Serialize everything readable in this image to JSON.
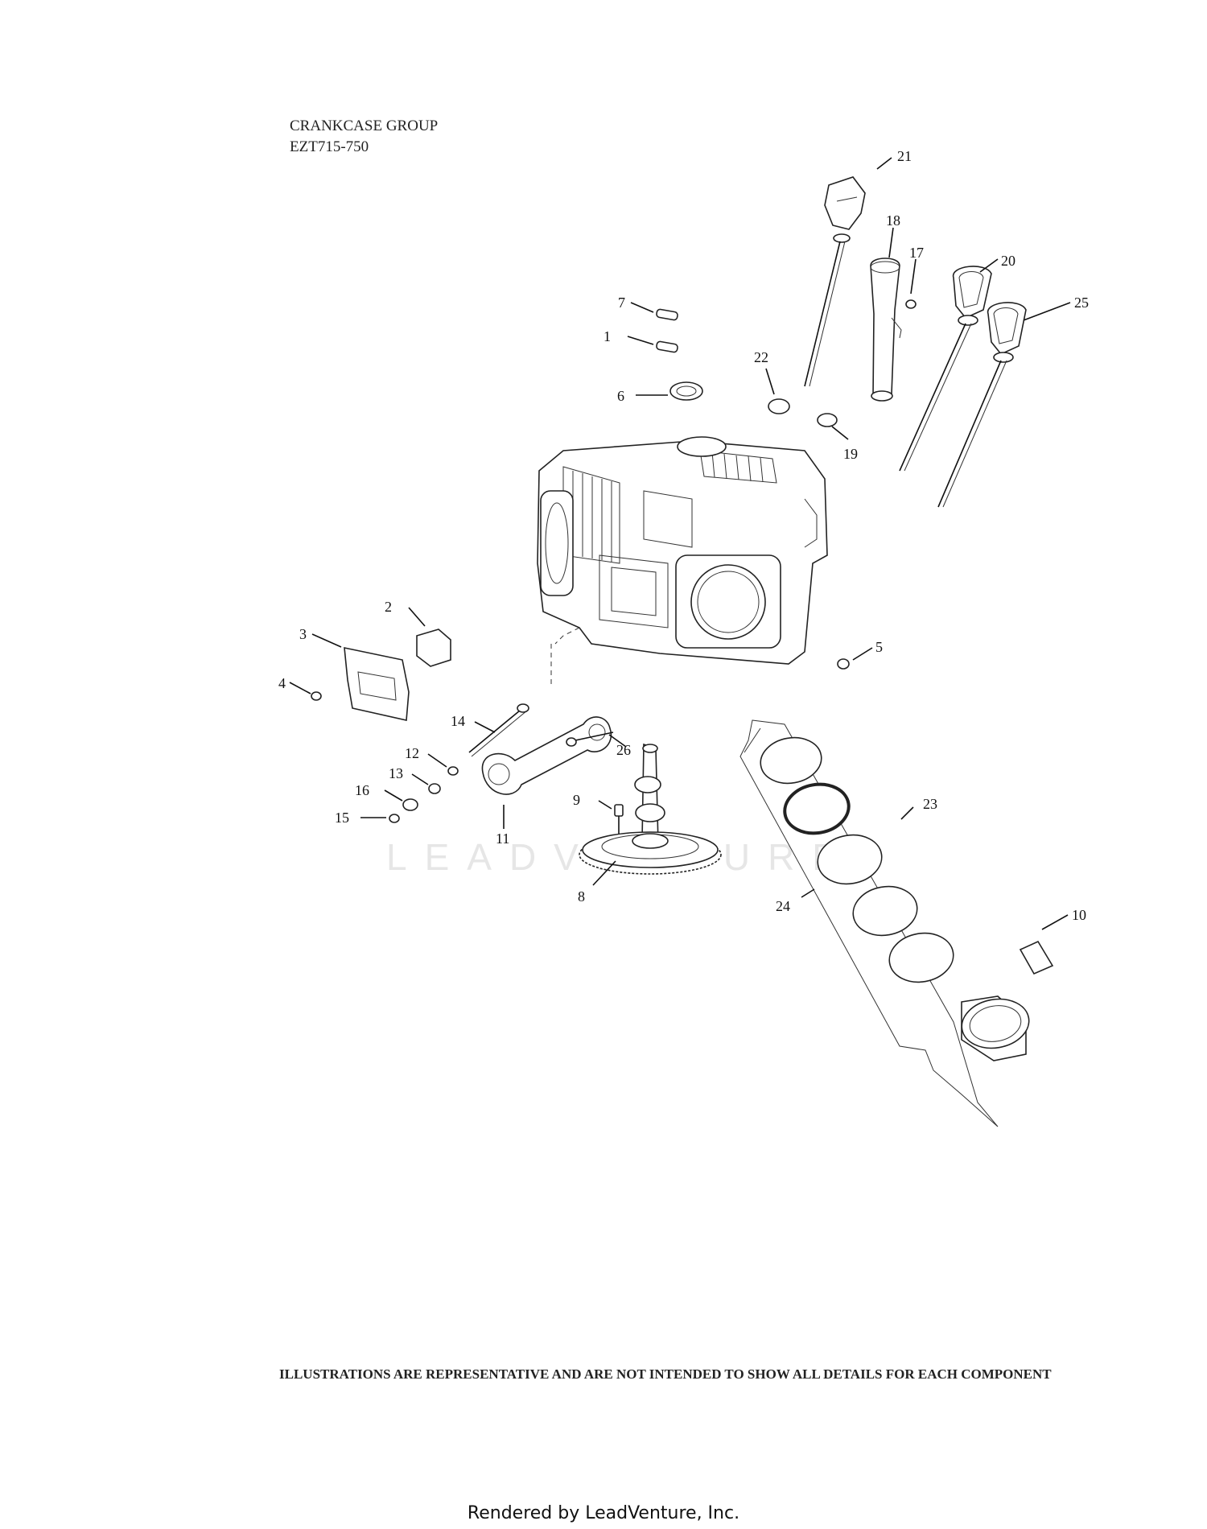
{
  "header": {
    "group_title": "CRANKCASE GROUP",
    "model_range": "EZT715-750"
  },
  "callouts": {
    "c1": "1",
    "c2": "2",
    "c3": "3",
    "c4": "4",
    "c5": "5",
    "c6": "6",
    "c7": "7",
    "c8": "8",
    "c9": "9",
    "c10": "10",
    "c11": "11",
    "c12": "12",
    "c13": "13",
    "c14": "14",
    "c15": "15",
    "c16": "16",
    "c17": "17",
    "c18": "18",
    "c19": "19",
    "c20": "20",
    "c21": "21",
    "c22": "22",
    "c23": "23",
    "c24": "24",
    "c25": "25",
    "c26": "26"
  },
  "watermark": {
    "text": "LEADVENTURE"
  },
  "disclaimer": "ILLUSTRATIONS ARE REPRESENTATIVE AND ARE NOT INTENDED TO SHOW ALL DETAILS FOR EACH COMPONENT",
  "footer": "Rendered by LeadVenture, Inc."
}
